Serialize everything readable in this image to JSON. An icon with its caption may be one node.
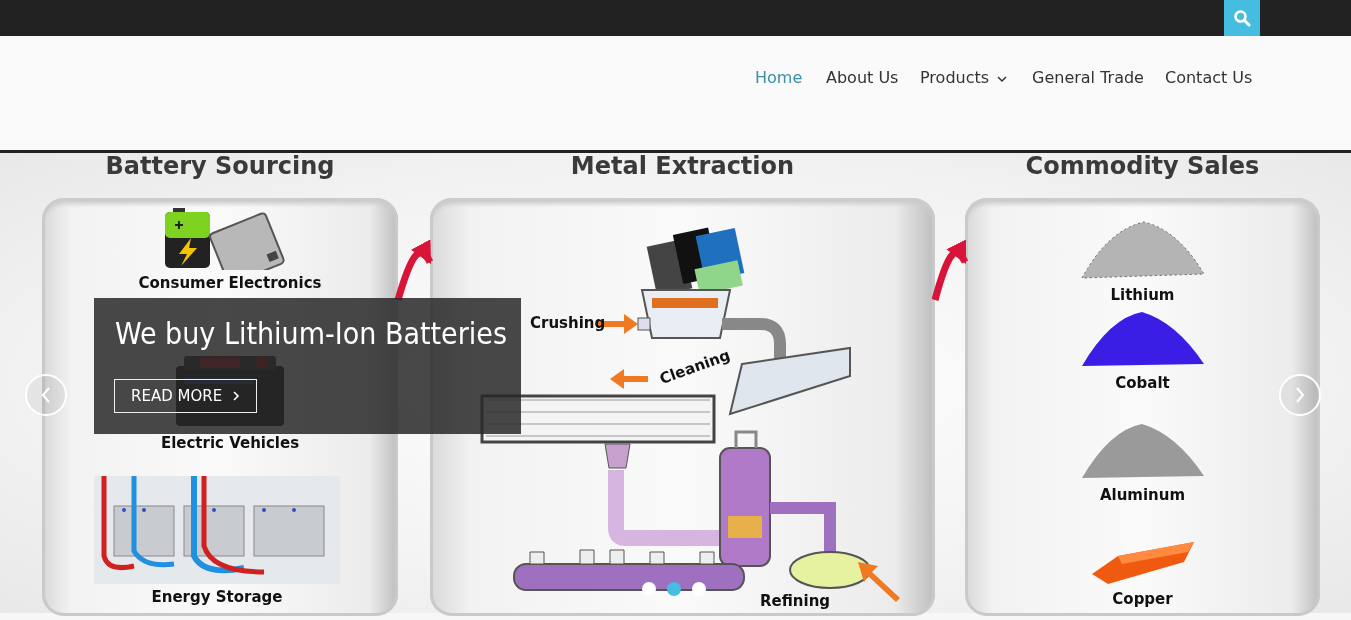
{
  "diagram": {
    "nodes": [
      {
        "text": [
          "Battery Sourcing"
        ]
      },
      {
        "text": [
          "Consumer Electronics"
        ],
        "in": 0
      },
      {
        "text": [
          "Electric Vehicles"
        ],
        "in": 0
      },
      {
        "text": [
          "Energy Storage"
        ],
        "in": 0
      },
      {
        "text": [
          "Metal Extraction"
        ]
      },
      {
        "text": [
          "Crushing"
        ],
        "in": 4
      },
      {
        "text": [
          "Cleaning"
        ],
        "in": 4
      },
      {
        "text": [
          "Refining"
        ],
        "in": 4
      },
      {
        "text": [
          "Commodity Sales"
        ]
      },
      {
        "text": [
          "Lithium"
        ],
        "in": 8
      },
      {
        "text": [
          "Cobalt"
        ],
        "in": 8
      },
      {
        "text": [
          "Aluminum"
        ],
        "in": 8
      },
      {
        "text": [
          "Copper"
        ],
        "in": 8
      }
    ],
    "edges": [
      {
        "from": 0,
        "to": 4,
        "arrow": "to"
      },
      {
        "from": 4,
        "to": 8,
        "arrow": "to"
      }
    ],
    "labels": [
      "Home",
      "About Us",
      "Products",
      "General Trade",
      "Contact Us",
      "We buy Lithium-Ion Batteries",
      "READ MORE"
    ]
  }
}
